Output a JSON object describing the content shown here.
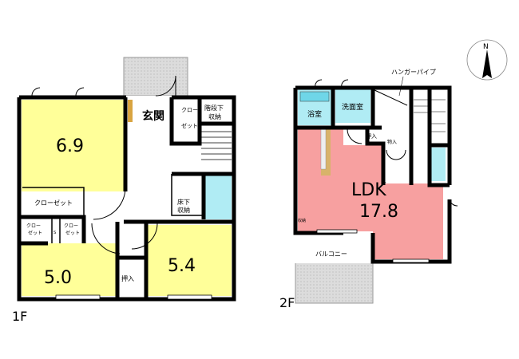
{
  "floor1": {
    "label": "1F",
    "rooms": {
      "room_a": "6.9",
      "room_b": "5.0",
      "room_c": "5.4",
      "entrance": "玄関",
      "closet_1": "クロー",
      "closet_1b": "ゼット",
      "stair_storage_1": "階段下",
      "stair_storage_2": "収納",
      "floor_storage_1": "床下",
      "floor_storage_2": "収納",
      "closet_2": "クローゼット",
      "closet_3a": "クロー",
      "closet_3b": "ゼット",
      "closet_4a": "クロー",
      "closet_4b": "ゼット",
      "oshiire": "押入",
      "small_storage": "S"
    }
  },
  "floor2": {
    "label": "2F",
    "rooms": {
      "ldk_label": "LDK",
      "ldk_size": "17.8",
      "bath": "浴室",
      "washroom": "洗面室",
      "oshiire": "押入",
      "storage": "物入",
      "storage_small": "収納",
      "balcony": "バルコニー",
      "hanger_pipe": "ハンガーパイプ"
    }
  },
  "compass": {
    "north": "N"
  },
  "colors": {
    "yellow": "#ffff99",
    "pink": "#f7a0a0",
    "blue": "#b0ecf4",
    "gray": "#d8d8d8",
    "wall": "#000000"
  }
}
